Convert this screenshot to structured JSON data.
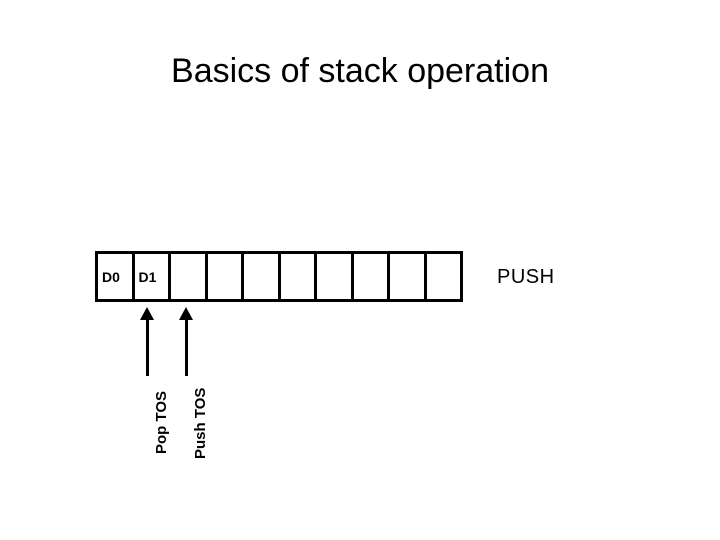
{
  "slide": {
    "title": "Basics of stack operation",
    "background_color": "#ffffff",
    "ink_color": "#000000"
  },
  "stack": {
    "cell_count": 10,
    "cells": [
      {
        "label": "D0"
      },
      {
        "label": "D1"
      },
      {
        "label": ""
      },
      {
        "label": ""
      },
      {
        "label": ""
      },
      {
        "label": ""
      },
      {
        "label": ""
      },
      {
        "label": ""
      },
      {
        "label": ""
      },
      {
        "label": ""
      }
    ]
  },
  "pointers": [
    {
      "label": "Pop TOS",
      "target_cell_index": 1
    },
    {
      "label": "Push TOS",
      "target_cell_index": 2
    }
  ],
  "caption": {
    "text": "PUSH"
  }
}
